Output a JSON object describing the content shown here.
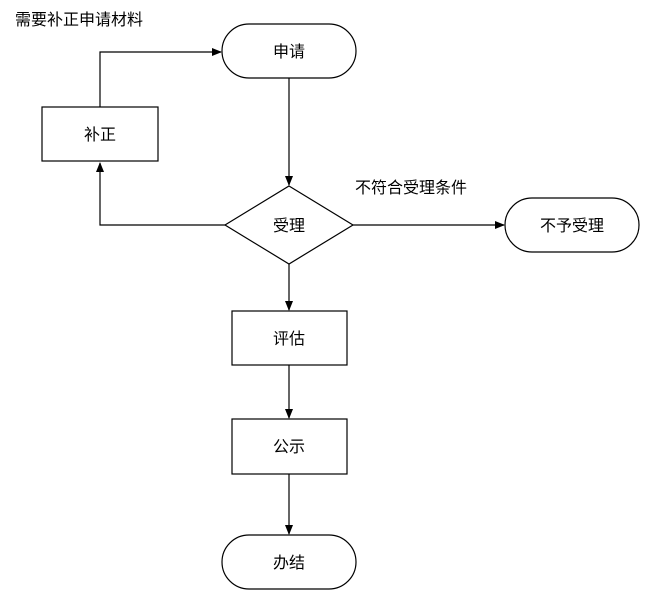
{
  "diagram": {
    "nodes": {
      "apply": "申请",
      "supplement": "补正",
      "accept": "受理",
      "reject": "不予受理",
      "evaluate": "评估",
      "publicize": "公示",
      "complete": "办结"
    },
    "edge_labels": {
      "need_supplement": "需要补正申请材料",
      "not_qualified": "不符合受理条件"
    }
  }
}
